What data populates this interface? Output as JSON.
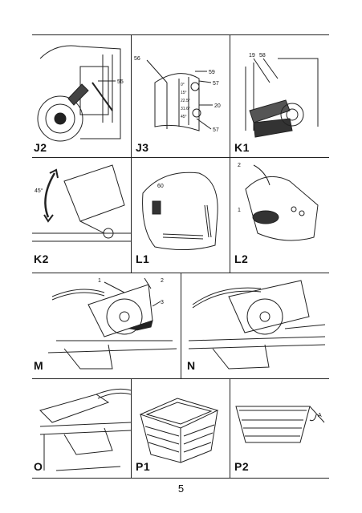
{
  "panels": [
    {
      "id": "J2",
      "label": "J2",
      "callouts": [
        "55"
      ]
    },
    {
      "id": "J3",
      "label": "J3",
      "callouts": [
        "56",
        "59",
        "57",
        "20",
        "57"
      ],
      "angle_marks": [
        "0°",
        "15°",
        "22.5°",
        "31.6°",
        "45°"
      ]
    },
    {
      "id": "K1",
      "label": "K1",
      "callouts": [
        "19",
        "58"
      ]
    },
    {
      "id": "K2",
      "label": "K2",
      "callouts": [
        "45°"
      ]
    },
    {
      "id": "L1",
      "label": "L1",
      "callouts": [
        "60"
      ]
    },
    {
      "id": "L2",
      "label": "L2",
      "callouts": [
        "2",
        "1"
      ]
    },
    {
      "id": "M",
      "label": "M",
      "callouts": [
        "1",
        "2",
        "3"
      ]
    },
    {
      "id": "N",
      "label": "N",
      "callouts": []
    },
    {
      "id": "O",
      "label": "O",
      "callouts": []
    },
    {
      "id": "P1",
      "label": "P1",
      "callouts": []
    },
    {
      "id": "P2",
      "label": "P2",
      "callouts": [
        "A"
      ]
    }
  ],
  "page_number": "5"
}
